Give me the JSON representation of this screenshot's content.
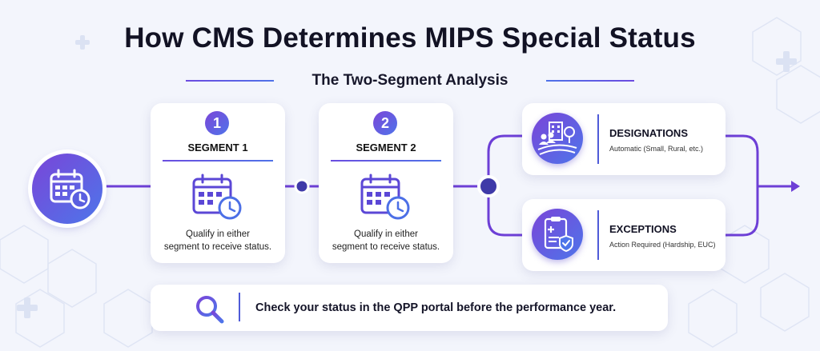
{
  "title": "How CMS Determines MIPS Special Status",
  "subtitle": "The Two-Segment Analysis",
  "segments": [
    {
      "number": "1",
      "label": "SEGMENT 1",
      "text_line1": "Qualify in either",
      "text_line2": "segment to receive status."
    },
    {
      "number": "2",
      "label": "SEGMENT 2",
      "text_line1": "Qualify in either",
      "text_line2": "segment to receive status."
    }
  ],
  "designations": {
    "heading": "DESIGNATIONS",
    "detail": "Automatic (Small, Rural, etc.)",
    "icon": "building-people-field-icon"
  },
  "exceptions": {
    "heading": "EXCEPTIONS",
    "detail": "Action Required (Hardship, EUC)",
    "icon": "clipboard-shield-icon"
  },
  "footer": {
    "text": "Check your status in the QPP portal before the performance year.",
    "icon": "search-icon"
  },
  "start_icon": "calendar-clock-icon",
  "colors": {
    "accent_purple": "#7a45d8",
    "accent_blue": "#4e75ea",
    "connector": "#6d3fd6",
    "background": "#f3f5fc"
  }
}
